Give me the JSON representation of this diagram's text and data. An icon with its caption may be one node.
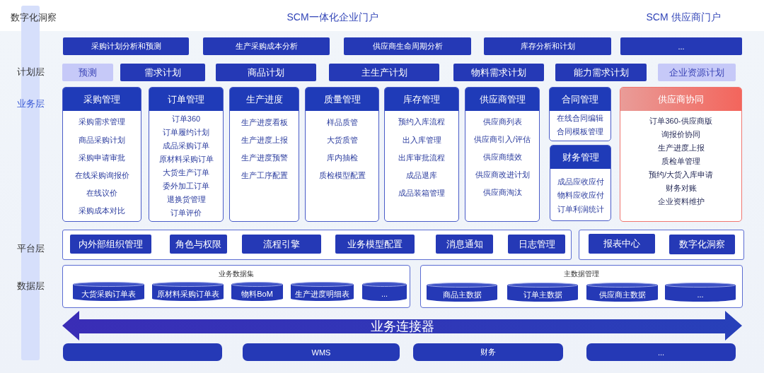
{
  "diagram": {
    "nodes": [
      {
        "text": [
          "采购计划分析和预测"
        ]
      },
      {
        "text": [
          "生产采购成本分析"
        ]
      },
      {
        "text": [
          "供应商生命周期分析"
        ]
      },
      {
        "text": [
          "库存分析和计划"
        ]
      },
      {
        "text": [
          "..."
        ]
      },
      {
        "text": [
          "预测"
        ]
      },
      {
        "text": [
          "需求计划"
        ]
      },
      {
        "text": [
          "商品计划"
        ]
      },
      {
        "text": [
          "主生产计划"
        ]
      },
      {
        "text": [
          "物料需求计划"
        ]
      },
      {
        "text": [
          "能力需求计划"
        ]
      },
      {
        "text": [
          "企业资源计划"
        ]
      },
      {
        "text": [
          "采购管理",
          "采购需求管理",
          "商品采购计划",
          "采购申请审批",
          "在线采购询报价",
          "在线议价",
          "采购成本对比"
        ]
      },
      {
        "text": [
          "订单管理",
          "订单360",
          "订单履约计划",
          "成品采购订单",
          "原材料采购订单",
          "大货生产订单",
          "委外加工订单",
          "退换货管理",
          "订单评价"
        ]
      },
      {
        "text": [
          "生产进度",
          "生产进度看板",
          "生产进度上报",
          "生产进度预警",
          "生产工序配置"
        ]
      },
      {
        "text": [
          "质量管理",
          "样品质管",
          "大货质管",
          "库内抽检",
          "质检模型配置"
        ]
      },
      {
        "text": [
          "库存管理",
          "预约入库流程",
          "出入库管理",
          "出库审批流程",
          "成品退库",
          "成品装箱管理"
        ]
      },
      {
        "text": [
          "供应商管理",
          "供应商列表",
          "供应商引入/评估",
          "供应商绩效",
          "供应商改进计划",
          "供应商淘汰"
        ]
      },
      {
        "text": [
          "合同管理",
          "在线合同编辑",
          "合同模板管理"
        ]
      },
      {
        "text": [
          "财务管理",
          "成品应收应付",
          "物料应收应付",
          "订单利润统计"
        ]
      },
      {
        "text": [
          "供应商协同",
          "订单360-供应商版",
          "询报价协同",
          "生产进度上报",
          "质检单管理",
          "预约/大货入库申请",
          "财务对账",
          "企业资料维护"
        ]
      },
      {
        "text": [],
        "shape": "box"
      },
      {
        "text": [
          "内外部组织管理"
        ],
        "in": 21
      },
      {
        "text": [
          "角色与权限"
        ],
        "in": 21
      },
      {
        "text": [
          "流程引擎"
        ],
        "in": 21
      },
      {
        "text": [
          "业务模型配置"
        ],
        "in": 21
      },
      {
        "text": [
          "消息通知"
        ],
        "in": 21
      },
      {
        "text": [
          "日志管理"
        ],
        "in": 21
      },
      {
        "text": [],
        "shape": "box"
      },
      {
        "text": [
          "报表中心"
        ],
        "in": 28
      },
      {
        "text": [
          "数字化洞察"
        ],
        "in": 28
      },
      {
        "text": [
          "业务数据集"
        ]
      },
      {
        "text": [
          "大货采购订单表"
        ],
        "in": 31
      },
      {
        "text": [
          "原材料采购订单表"
        ],
        "in": 31
      },
      {
        "text": [
          "物料BoM"
        ],
        "in": 31
      },
      {
        "text": [
          "生产进度明细表"
        ],
        "in": 31
      },
      {
        "text": [
          "..."
        ],
        "in": 31
      },
      {
        "text": [
          "主数据管理"
        ]
      },
      {
        "text": [
          "商品主数据"
        ],
        "in": 37
      },
      {
        "text": [
          "订单主数据"
        ],
        "in": 37
      },
      {
        "text": [
          "供应商主数据"
        ],
        "in": 37
      },
      {
        "text": [
          "..."
        ],
        "in": 37
      },
      {
        "text": [
          "业务连接器"
        ]
      },
      {
        "text": [],
        "shape": "bar"
      },
      {
        "text": [
          "WMS"
        ]
      },
      {
        "text": [
          "财务"
        ]
      },
      {
        "text": [
          "..."
        ]
      },
      {
        "text": [],
        "shape": "box"
      }
    ],
    "labels": [
      "数字化洞察",
      "SCM一体化企业门户",
      "SCM 供应商门户",
      "计划层",
      "业务层",
      "平台层",
      "数据层"
    ]
  }
}
